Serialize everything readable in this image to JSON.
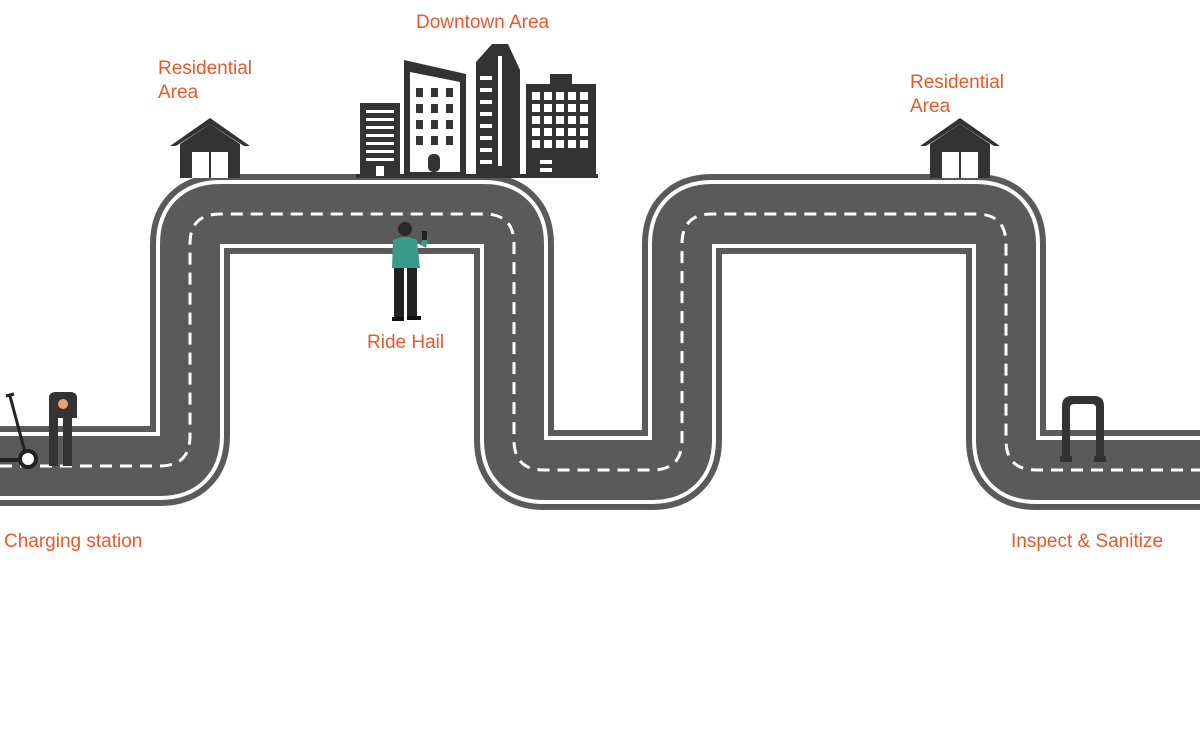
{
  "labels": {
    "downtown": "Downtown Area",
    "residential_left_line1": "Residential",
    "residential_left_line2": "Area",
    "residential_right_line1": "Residential",
    "residential_right_line2": "Area",
    "ride_hail": "Ride Hail",
    "charging_station": "Charging station",
    "inspect_sanitize": "Inspect & Sanitize"
  },
  "colors": {
    "label": "#e8582a",
    "road": "#5a5a5a",
    "road_edge": "#5a5a5a",
    "lane_marking": "#ffffff",
    "building": "#333333",
    "person_shirt": "#3a9a8a",
    "person_pants": "#222222"
  },
  "icons": [
    "house-icon",
    "city-buildings-icon",
    "person-phone-icon",
    "charging-station-icon",
    "scooter-icon",
    "sanitize-gate-icon"
  ]
}
